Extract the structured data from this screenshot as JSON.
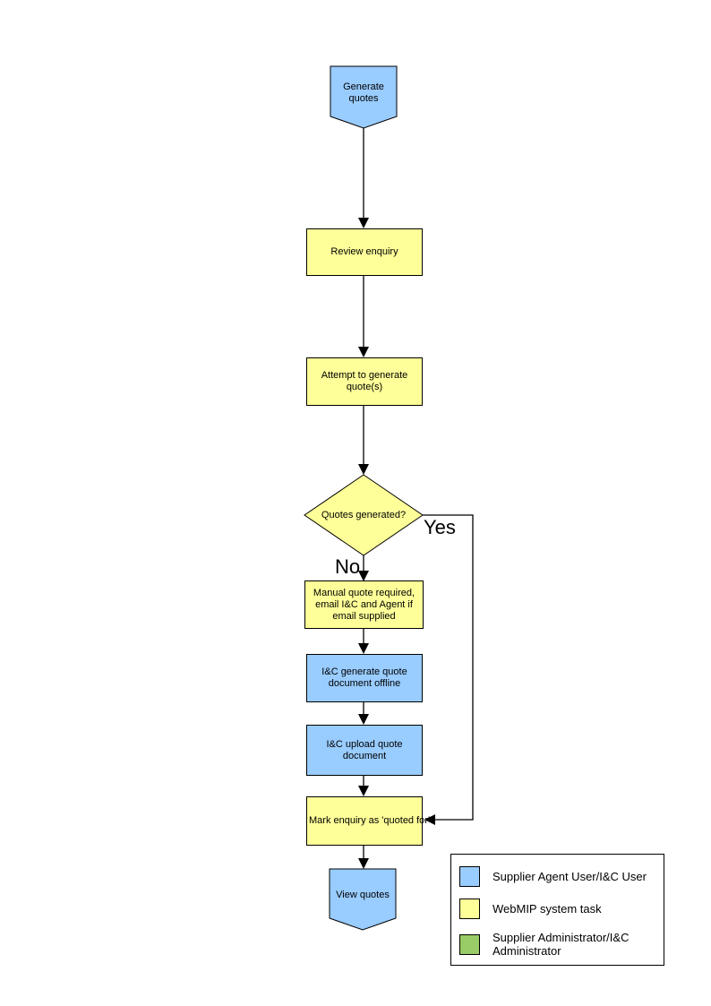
{
  "colors": {
    "blue": "#99CCFF",
    "yellow": "#FFFF99",
    "green": "#99CC66",
    "line": "#000000"
  },
  "flowchart": {
    "nodes": {
      "start": {
        "label": "Generate quotes",
        "type": "terminator"
      },
      "review_enquiry": {
        "label": "Review enquiry",
        "type": "process"
      },
      "attempt_generate": {
        "label": "Attempt to generate quote(s)",
        "type": "process"
      },
      "quotes_generated": {
        "label": "Quotes generated?",
        "type": "decision"
      },
      "manual_quote": {
        "label": "Manual quote required, email I&C and Agent if email supplied",
        "type": "process"
      },
      "ic_generate": {
        "label": "I&C generate quote document offline",
        "type": "process"
      },
      "ic_upload": {
        "label": "I&C upload quote document",
        "type": "process"
      },
      "mark_enquiry": {
        "label": "Mark enquiry as 'quoted for'",
        "type": "process"
      },
      "view_quotes": {
        "label": "View quotes",
        "type": "terminator"
      }
    },
    "branch_labels": {
      "yes": "Yes",
      "no": "No"
    },
    "legend": {
      "items": [
        {
          "label": "Supplier Agent User/I&C User",
          "color": "#99CCFF"
        },
        {
          "label": "WebMIP system task",
          "color": "#FFFF99"
        },
        {
          "label": "Supplier Administrator/I&C Administrator",
          "color": "#99CC66"
        }
      ]
    }
  }
}
